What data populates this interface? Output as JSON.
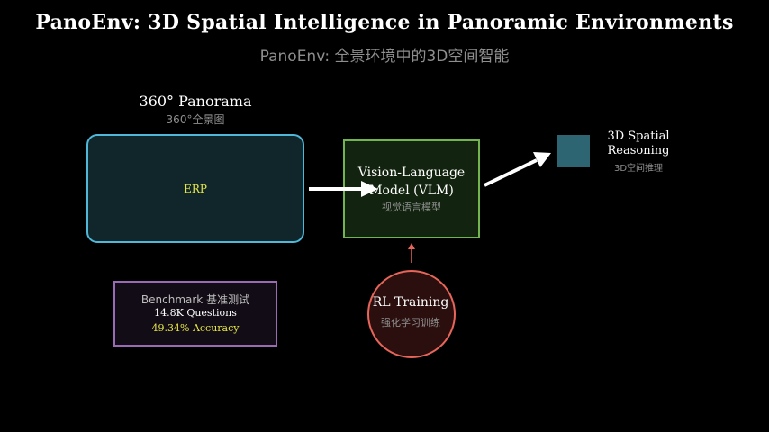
{
  "title": "PanoEnv: 3D Spatial Intelligence in Panoramic Environments",
  "subtitle": "PanoEnv: 全景环境中的3D空间智能",
  "panorama": {
    "label": "360° Panorama",
    "sublabel": "360°全景图",
    "box_text": "ERP"
  },
  "vlm": {
    "title_line1": "Vision-Language",
    "title_line2": "Model (VLM)",
    "sublabel": "视觉语言模型"
  },
  "output": {
    "title_line1": "3D Spatial",
    "title_line2": "Reasoning",
    "sublabel": "3D空间推理"
  },
  "benchmark": {
    "line1": "Benchmark 基准测试",
    "line2": "14.8K Questions",
    "line3": "49.34% Accuracy"
  },
  "rl": {
    "title": "RL Training",
    "sublabel": "强化学习训练"
  },
  "colors": {
    "background": "#000000",
    "panorama_border": "#4fb7d8",
    "vlm_border": "#72b54e",
    "benchmark_border": "#9a6ab5",
    "rl_border": "#e8655a",
    "accent_yellow": "#e6e644",
    "output_square": "#2e6573",
    "muted_text": "#8e8e8e"
  }
}
